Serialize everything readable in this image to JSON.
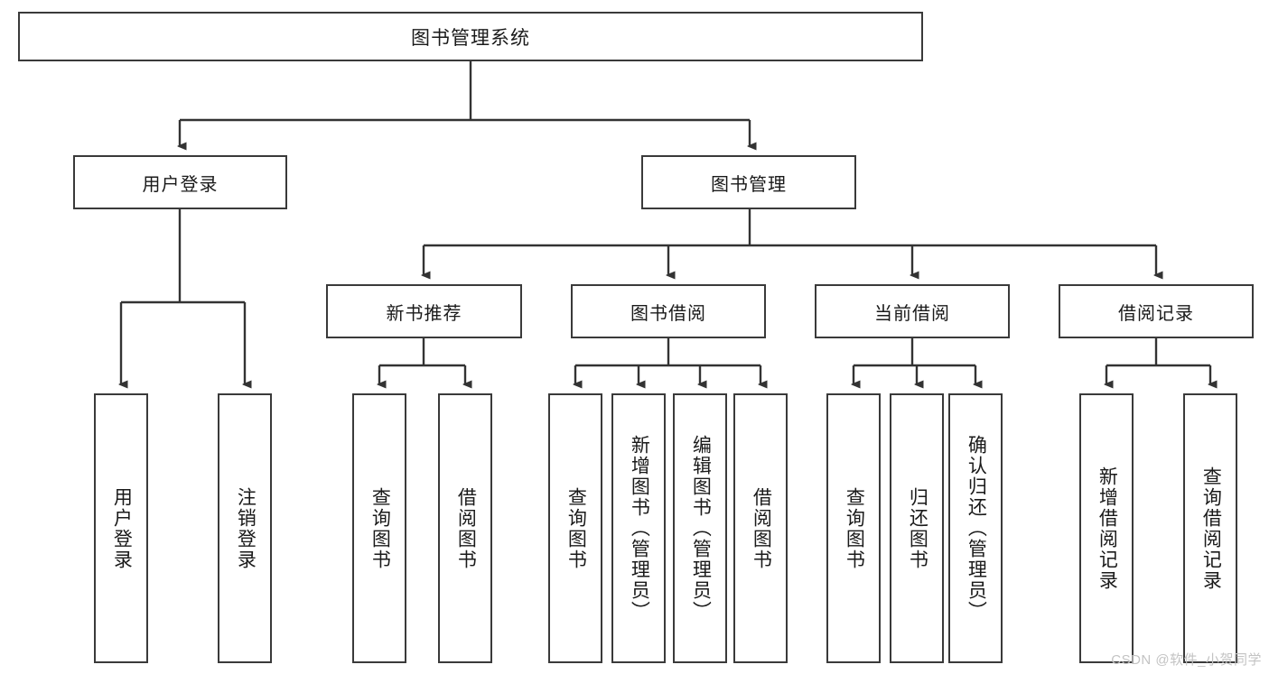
{
  "diagram": {
    "title": "图书管理系统",
    "type": "tree-hierarchy-chart",
    "root": {
      "label": "图书管理系统"
    },
    "level1": [
      {
        "label": "用户登录"
      },
      {
        "label": "图书管理"
      }
    ],
    "level2": [
      {
        "label": "新书推荐"
      },
      {
        "label": "图书借阅"
      },
      {
        "label": "当前借阅"
      },
      {
        "label": "借阅记录"
      }
    ],
    "leaves": {
      "user_login": [
        {
          "label": "用户登录"
        },
        {
          "label": "注销登录"
        }
      ],
      "new_book_recommend": [
        {
          "label": "查询图书"
        },
        {
          "label": "借阅图书"
        }
      ],
      "book_borrow": [
        {
          "label": "查询图书"
        },
        {
          "label": "新增图书（管理员）"
        },
        {
          "label": "编辑图书（管理员）"
        },
        {
          "label": "借阅图书"
        }
      ],
      "current_borrow": [
        {
          "label": "查询图书"
        },
        {
          "label": "归还图书"
        },
        {
          "label": "确认归还（管理员）"
        }
      ],
      "borrow_record": [
        {
          "label": "新增借阅记录"
        },
        {
          "label": "查询借阅记录"
        }
      ]
    }
  },
  "watermark": {
    "text": "CSDN @软件_小贺同学"
  },
  "colors": {
    "border": "#3a3a3a",
    "background": "#ffffff",
    "text": "#1a1a1a",
    "watermark": "#c3c3c3"
  }
}
